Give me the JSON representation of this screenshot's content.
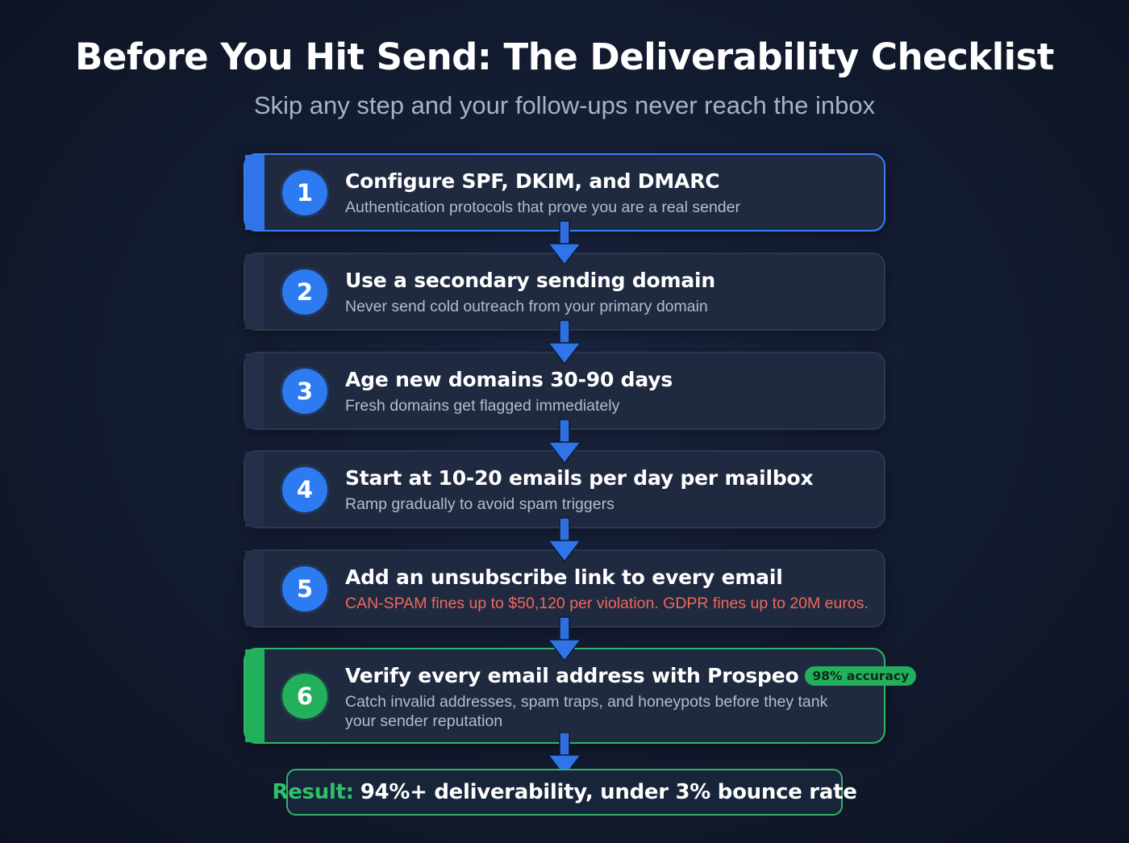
{
  "header": {
    "title": "Before You Hit Send: The Deliverability Checklist",
    "subtitle": "Skip any step and your follow-ups never reach the inbox"
  },
  "steps": [
    {
      "number": "1",
      "title": "Configure SPF, DKIM, and DMARC",
      "description": "Authentication protocols that prove you are a real sender"
    },
    {
      "number": "2",
      "title": "Use a secondary sending domain",
      "description": "Never send cold outreach from your primary domain"
    },
    {
      "number": "3",
      "title": "Age new domains 30-90 days",
      "description": "Fresh domains get flagged immediately"
    },
    {
      "number": "4",
      "title": "Start at 10-20 emails per day per mailbox",
      "description": "Ramp gradually to avoid spam triggers"
    },
    {
      "number": "5",
      "title": "Add an unsubscribe link to every email",
      "description": "CAN-SPAM fines up to $50,120 per violation. GDPR fines up to 20M euros."
    },
    {
      "number": "6",
      "title": "Verify every email address with Prospeo",
      "badge": "98% accuracy",
      "description": "Catch invalid addresses, spam traps, and honeypots before they tank your sender reputation"
    }
  ],
  "result": {
    "label": "Result:",
    "text": "94%+ deliverability, under 3% bounce rate"
  },
  "colors": {
    "background": "#121a2e",
    "card": "#1f2a40",
    "accent_blue": "#2d7bf0",
    "accent_green": "#23b05c",
    "warning_red": "#f0685a"
  },
  "icons": [
    "down-arrow-icon"
  ]
}
